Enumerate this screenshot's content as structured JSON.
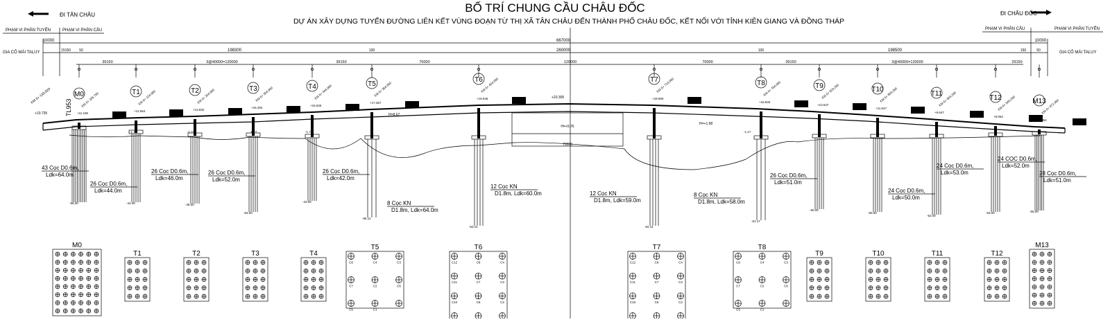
{
  "header": {
    "title": "BỐ TRÍ CHUNG CẦU CHÂU ĐỐC",
    "subtitle": "DỰ ÁN XÂY DỰNG TUYẾN ĐƯỜNG LIÊN KẾT VÙNG ĐOẠN TỪ THỊ XÃ TÂN CHÂU ĐẾN THÀNH PHỐ CHÂU ĐỐC, KẾT NỐI VỚI TỈNH KIÊN GIANG VÀ ĐỒNG THÁP",
    "left_direction": "ĐI TÂN CHÂU",
    "right_direction": "ĐI CHÂU ĐỐC",
    "left_scope_route": "PHẠM VI PHẦN TUYẾN",
    "left_scope_bridge": "PHẠM VI PHẦN CẦU",
    "right_scope_bridge": "PHẠM VI PHẦN CẦU",
    "right_scope_route": "PHẠM VI PHẦN TUYẾN",
    "left_slope": "GIA CỐ MÁI TALUY",
    "right_slope": "GIA CỐ MÁI TALUY",
    "route_label": "TL953"
  },
  "dimensions": {
    "total": "667000",
    "left_edge": "10000",
    "right_edge": "10000",
    "left_approach": "198300",
    "main": "260000",
    "right_approach": "198500",
    "sub": [
      "15150",
      "50",
      "100",
      "100",
      "150",
      "50"
    ],
    "spans": [
      "39150",
      "3@40000=120000",
      "39150",
      "70000",
      "120000",
      "70000",
      "39150",
      "3@40000=120000",
      "29150"
    ],
    "water_width": "75000"
  },
  "piers": [
    {
      "name": "M0",
      "km": "KM 6+ 185.750",
      "elev": "+11.185",
      "foot": "-56.00",
      "piles": "43 Cọc D0.6m,",
      "len": "Ldk=64.0m"
    },
    {
      "name": "T1",
      "km": "KM 6+ 224.900",
      "elev": "+12.654",
      "foot": "-44.00",
      "piles": "26 Cọc D0.6m,",
      "len": "Ldk=44.0m"
    },
    {
      "name": "T2",
      "km": "KM 6+ 264.900",
      "elev": "+13.832",
      "foot": "-48.00",
      "piles": "26 Cọc D0.6m,",
      "len": "Ldk=46.0m"
    },
    {
      "name": "T3",
      "km": "KM 6+ 304.900",
      "elev": "+15.294",
      "foot": "-53.00",
      "piles": "26 Cọc D0.6m,",
      "len": "Ldk=52.0m"
    },
    {
      "name": "T4",
      "km": "KM 6+ 344.900",
      "elev": "+16.625",
      "foot": "-43.00",
      "piles": "26 Cọc D0.6m,",
      "len": "Ldk=42.0m"
    },
    {
      "name": "T5",
      "km": "KM 6+ 384.050",
      "elev": "+17.457",
      "foot": "-66.11",
      "piles": "8 Cọc KN",
      "len": "D1.8m, Ldk=64.0m"
    },
    {
      "name": "T6",
      "km": "KM 6+ 454.050",
      "elev": "+18.046",
      "foot": "-63.11",
      "piles": "12 Cọc KN",
      "len": "D1.8m, Ldk=60.0m"
    },
    {
      "name": "T7",
      "km": "KM 6+ 714.050",
      "elev": "+18.060",
      "foot": "-62.11",
      "piles": "12 Cọc KN",
      "len": "D1.8m, Ldk=59.0m"
    },
    {
      "name": "T8",
      "km": "KM 6+ 784.050",
      "elev": "+16.832",
      "foot": "-61.17",
      "piles": "8 Cọc KN",
      "len": "D1.8m, Ldk=58.0m"
    },
    {
      "name": "T9",
      "km": "KM 6+ 823.200",
      "elev": "+13.647",
      "foot": "-50.00",
      "piles": "26 Cọc D0.6m,",
      "len": "Ldk=51.0m"
    },
    {
      "name": "T10",
      "km": "KM 6+ 863.200",
      "elev": "+11.647",
      "foot": "-50.00",
      "piles": "24 Cọc D0.6m,",
      "len": "Ldk=50.0m"
    },
    {
      "name": "T11",
      "km": "KM 6+ 903.200",
      "elev": "+9.647",
      "foot": "-52.00",
      "piles": "24 Cọc D0.6m,",
      "len": "Ldk=53.0m"
    },
    {
      "name": "T12",
      "km": "KM 6+ 943.200",
      "elev": "+8.052",
      "foot": "-53.00",
      "piles": "24 CỌC D0.6m,",
      "len": "Ldk=52.0m"
    },
    {
      "name": "M13",
      "km": "KM 6+ 972.350",
      "elev": "+7.351",
      "foot": "-56.00",
      "piles": "28 Cọc D0.6m,",
      "len": "Ldk=51.0m"
    }
  ],
  "misc": {
    "start_station": "KM 6+ 130.820",
    "start_elev": "+10.735",
    "low_level": "H=8.67",
    "water_level": "H=+5.76",
    "mid_level": "H=+1.68",
    "mid_elev": "+20.305",
    "cap_levels": [
      "-1.77",
      "-1.77",
      "-1.77",
      "-1.77",
      "-1.17"
    ],
    "plan_labels_T5": [
      "C8",
      "C4",
      "C3",
      "C7",
      "C2",
      "C6",
      "C5",
      "C1"
    ],
    "plan_labels_T6": [
      "C12",
      "C8",
      "C4",
      "C11",
      "C7",
      "C3",
      "C10",
      "C6",
      "C2",
      "C9",
      "C5",
      "C1"
    ]
  }
}
